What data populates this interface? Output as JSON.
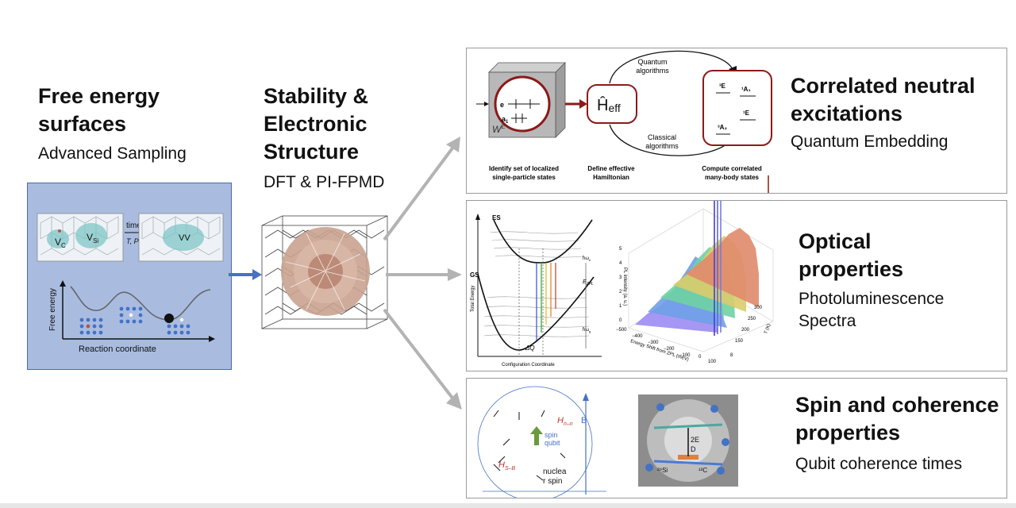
{
  "free_energy": {
    "title_line1": "Free energy",
    "title_line2": "surfaces",
    "subtitle": "Advanced Sampling",
    "inset": {
      "time_label": "time",
      "tp_label": "T, P",
      "vc_label": "V",
      "vc_sub": "C",
      "vsi_label": "V",
      "vsi_sub": "Si",
      "vv_label": "VV",
      "ylabel": "Free energy",
      "xlabel": "Reaction coordinate"
    }
  },
  "stability": {
    "title_line1": "Stability &",
    "title_line2": "Electronic",
    "title_line3": "Structure",
    "subtitle": "DFT & PI-FPMD"
  },
  "correlated": {
    "title_line1": "Correlated neutral",
    "title_line2": "excitations",
    "subtitle": "Quantum Embedding",
    "diagram": {
      "top_arrow_line1": "Quantum",
      "top_arrow_line2": "algorithms",
      "bottom_arrow_line1": "Classical",
      "bottom_arrow_line2": "algorithms",
      "hamiltonian": "Ĥ",
      "hamiltonian_sub": "eff",
      "we_label": "W",
      "we_sup": "E",
      "e_label": "e",
      "a1_label": "a",
      "a1_sub": "1",
      "states": [
        "³E",
        "¹A₁",
        "¹E",
        "³A₂"
      ],
      "caption1_line1": "Identify set of localized",
      "caption1_line2": "single-particle states",
      "caption2_line1": "Define effective",
      "caption2_line2": "Hamiltonian",
      "caption3_line1": "Compute correlated",
      "caption3_line2": "many-body states"
    }
  },
  "optical": {
    "title_line1": "Optical",
    "title_line2": "properties",
    "subtitle_line1": "Photoluminescence",
    "subtitle_line2": "Spectra",
    "cc_diagram": {
      "es": "ES",
      "gs": "GS",
      "ylabel": "Total Energy",
      "xlabel": "Configuration Coordinate",
      "ezpl": "E",
      "ezpl_sub": "ZPL",
      "hw_e": "ħω",
      "hw_e_sub": "e",
      "hw_g": "ħω",
      "hw_g_sub": "g",
      "dq": "ΔQ"
    },
    "pl_plot": {
      "zlabel": "PL intensity (a. u.)",
      "xlabel": "Energy Shift from ZPL (meV)",
      "ylabel": "T (K)",
      "z_ticks": [
        "0",
        "1",
        "2",
        "3",
        "4",
        "5"
      ],
      "x_ticks": [
        "−500",
        "−400",
        "−300",
        "−200",
        "−100",
        "0",
        "100"
      ],
      "y_ticks": [
        "8",
        "150",
        "200",
        "250",
        "300"
      ]
    }
  },
  "spin": {
    "title_line1": "Spin and coherence",
    "title_line2": "properties",
    "subtitle": "Qubit coherence times",
    "diagram": {
      "b_label": "B",
      "spin_qubit_line1": "spin",
      "spin_qubit_line2": "qubit",
      "hnn": "H",
      "hnn_sub": "n–n",
      "hsb": "H",
      "hsb_sub": "S–B",
      "nuclear_line1": "nuclea",
      "nuclear_line2": "r spin",
      "two_e": "2E",
      "d_label": "D",
      "si29": "²⁹Si",
      "c13": "¹³C"
    }
  },
  "colors": {
    "accent_blue": "#4472c4",
    "inset_bg": "#a9bce0",
    "dark_red": "#8b1a1a",
    "arrow_gray": "#b3b3b3"
  }
}
